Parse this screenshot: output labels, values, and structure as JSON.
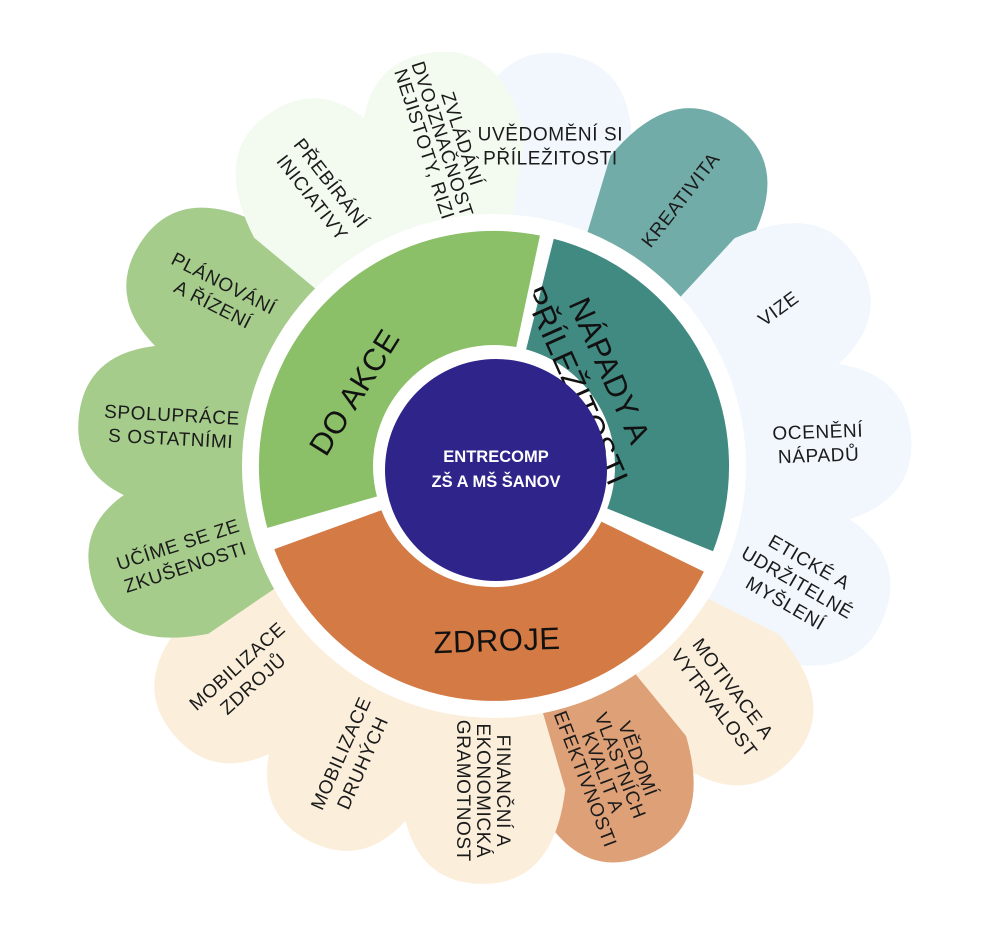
{
  "center": {
    "line1": "ENTRECOMP",
    "line2": "ZŠ A MŠ ŠANOV",
    "color": "#2e2489"
  },
  "segments": [
    {
      "id": "ideas",
      "lines": [
        "NÁPADY A",
        "PŘÍLEŽITOSTI"
      ],
      "color": "#418a82"
    },
    {
      "id": "resources",
      "lines": [
        "ZDROJE"
      ],
      "color": "#d47a44"
    },
    {
      "id": "action",
      "lines": [
        "DO AKCE"
      ],
      "color": "#8bbf68"
    }
  ],
  "petals": [
    {
      "lines": [
        "UVĚDOMĚNÍ SI",
        "PŘÍLEŽITOSTI"
      ],
      "color": "#f1f7fd"
    },
    {
      "lines": [
        "KREATIVITA"
      ],
      "color": "#72aca8"
    },
    {
      "lines": [
        "VIZE"
      ],
      "color": "#f1f7fd"
    },
    {
      "lines": [
        "OCENĚNÍ",
        "NÁPADŮ"
      ],
      "color": "#f1f7fd"
    },
    {
      "lines": [
        "ETICKÉ A",
        "UDRŽITELNÉ",
        "MYŠLENÍ"
      ],
      "color": "#f1f7fd"
    },
    {
      "lines": [
        "MOTIVACE A",
        "VYTRVALOST"
      ],
      "color": "#fbeedb"
    },
    {
      "lines": [
        "VĚDOMÍ",
        "VLASTNÍCH",
        "KVALIT A",
        "EFEKTIVNOSTI"
      ],
      "color": "#dea077"
    },
    {
      "lines": [
        "FINANČNÍ A",
        "EKONOMICKÁ",
        "GRAMOTNOST"
      ],
      "color": "#fbeedb"
    },
    {
      "lines": [
        "MOBILIZACE",
        "DRUHÝCH"
      ],
      "color": "#fbeedb"
    },
    {
      "lines": [
        "MOBILIZACE",
        "ZDROJŮ"
      ],
      "color": "#fbeedb"
    },
    {
      "lines": [
        "UČÍME SE ZE",
        "ZKUŠENOSTI"
      ],
      "color": "#a6cc8c"
    },
    {
      "lines": [
        "SPOLUPRÁCE",
        "S OSTATNÍMI"
      ],
      "color": "#a6cc8c"
    },
    {
      "lines": [
        "PLÁNOVÁNÍ",
        "A ŘÍZENÍ"
      ],
      "color": "#a6cc8c"
    },
    {
      "lines": [
        "PŘEBÍRÁNÍ",
        "INICIATIVY"
      ],
      "color": "#f3faf0"
    },
    {
      "lines": [
        "ZVLÁDÁNÍ",
        "DVOJZNAČNOSTI,",
        "NEJISTOTY, RIZIK"
      ],
      "color": "#f3faf0"
    }
  ]
}
